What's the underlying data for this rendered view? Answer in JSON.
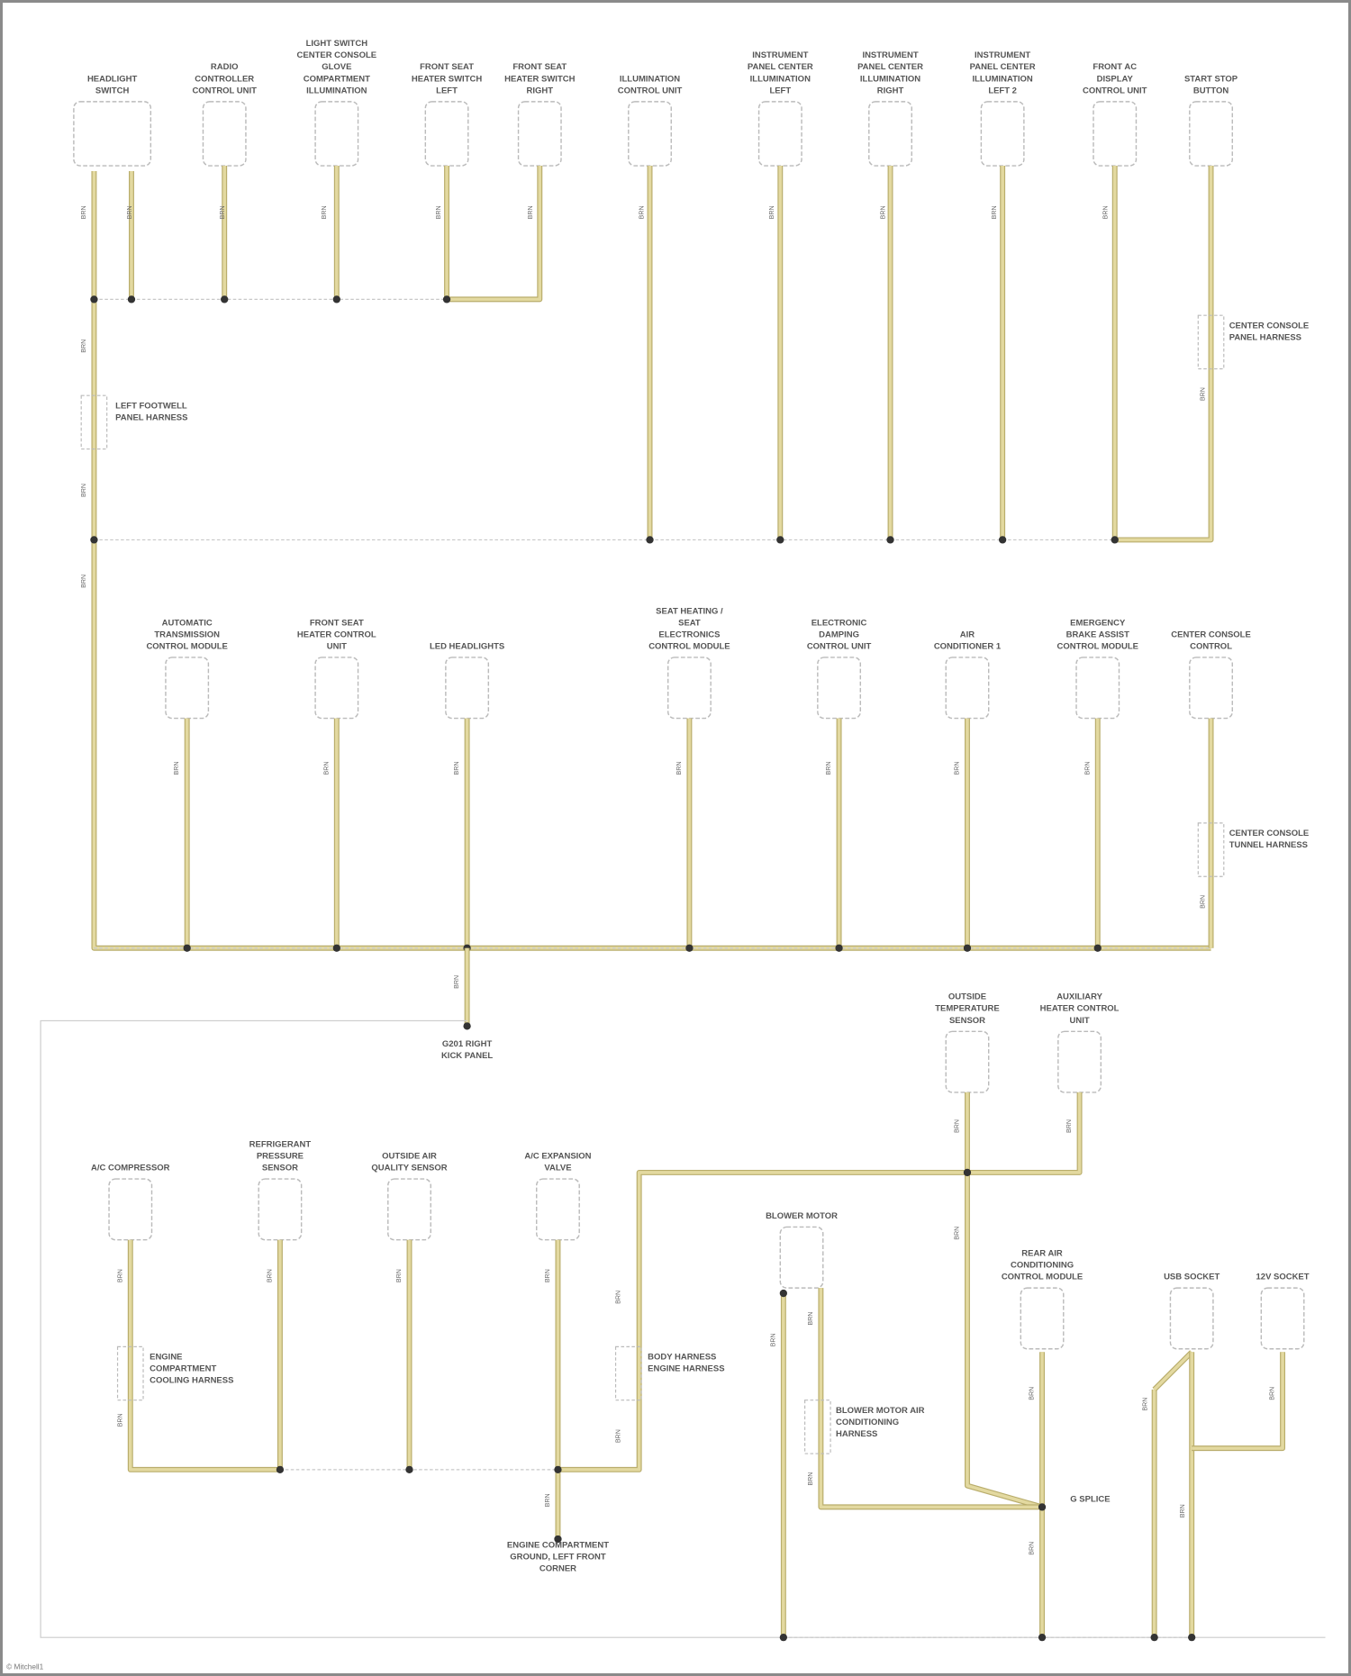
{
  "diagram": {
    "wire_color_code": "BRN",
    "wire_color_hex": "#e3d9a0",
    "footer": "© Mitchell1",
    "row1": [
      "HEADLIGHT SWITCH",
      "RADIO CONTROLLER CONTROL UNIT",
      "LIGHT SWITCH CENTER CONSOLE GLOVE COMPARTMENT ILLUMINATION",
      "FRONT SEAT HEATER SWITCH LEFT",
      "FRONT SEAT HEATER SWITCH RIGHT",
      "ILLUMINATION CONTROL UNIT",
      "INSTRUMENT PANEL CENTER ILLUMINATION LEFT",
      "INSTRUMENT PANEL CENTER ILLUMINATION RIGHT",
      "INSTRUMENT PANEL CENTER ILLUMINATION LEFT 2",
      "FRONT AC DISPLAY CONTROL UNIT",
      "START STOP BUTTON"
    ],
    "row2": [
      "AUTOMATIC TRANSMISSION CONTROL MODULE",
      "FRONT SEAT HEATER CONTROL UNIT",
      "LED HEADLIGHTS",
      "SEAT HEATING / SEAT ELECTRONICS CONTROL MODULE",
      "ELECTRONIC DAMPING CONTROL UNIT",
      "AIR CONDITIONER 1",
      "EMERGENCY BRAKE ASSIST CONTROL MODULE",
      "CENTER CONSOLE CONTROL"
    ],
    "row3": [
      "A/C COMPRESSOR",
      "REFRIGERANT PRESSURE SENSOR",
      "OUTSIDE AIR QUALITY SENSOR",
      "A/C EXPANSION VALVE",
      "OUTSIDE TEMPERATURE SENSOR",
      "AUXILIARY HEATER CONTROL UNIT",
      "BLOWER MOTOR",
      "REAR AIR CONDITIONING CONTROL MODULE",
      "USB SOCKET",
      "12V SOCKET"
    ],
    "connectors": [
      "LEFT FOOTWELL PANEL HARNESS",
      "CENTER CONSOLE PANEL HARNESS",
      "CENTER CONSOLE TUNNEL HARNESS",
      "ENGINE COMPARTMENT COOLING HARNESS",
      "BODY HARNESS ENGINE HARNESS",
      "BLOWER MOTOR AIR CONDITIONING HARNESS"
    ],
    "grounds": [
      "G201 RIGHT KICK PANEL",
      "ENGINE COMPARTMENT GROUND, LEFT FRONT CORNER",
      "G SPLICE"
    ]
  }
}
